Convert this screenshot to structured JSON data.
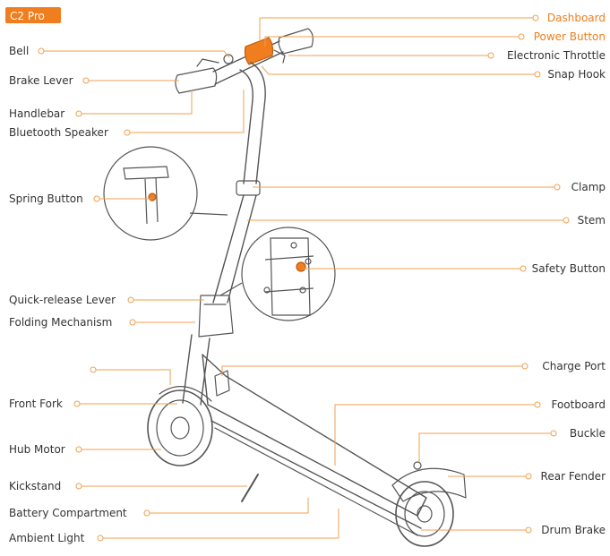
{
  "badge": {
    "text": "C2 Pro",
    "bg": "#f07d1e",
    "fg": "#ffffff"
  },
  "colors": {
    "leader": "#f0a050",
    "outline": "#555555",
    "accent": "#f07d1e",
    "text": "#333333"
  },
  "labels": {
    "bell": "Bell",
    "brake_lever": "Brake Lever",
    "handlebar": "Handlebar",
    "bluetooth_speaker": "Bluetooth Speaker",
    "spring_button": "Spring Button",
    "quick_release_lever": "Quick-release Lever",
    "folding_mechanism": "Folding Mechanism",
    "front_fork": "Front Fork",
    "hub_motor": "Hub Motor",
    "kickstand": "Kickstand",
    "battery_compartment": "Battery Compartment",
    "ambient_light": "Ambient Light",
    "dashboard": "Dashboard",
    "power_button": "Power Button",
    "electronic_throttle": "Electronic Throttle",
    "snap_hook": "Snap Hook",
    "clamp": "Clamp",
    "stem": "Stem",
    "safety_button": "Safety Button",
    "charge_port": "Charge Port",
    "footboard": "Footboard",
    "buckle": "Buckle",
    "rear_fender": "Rear Fender",
    "drum_brake": "Drum Brake"
  }
}
